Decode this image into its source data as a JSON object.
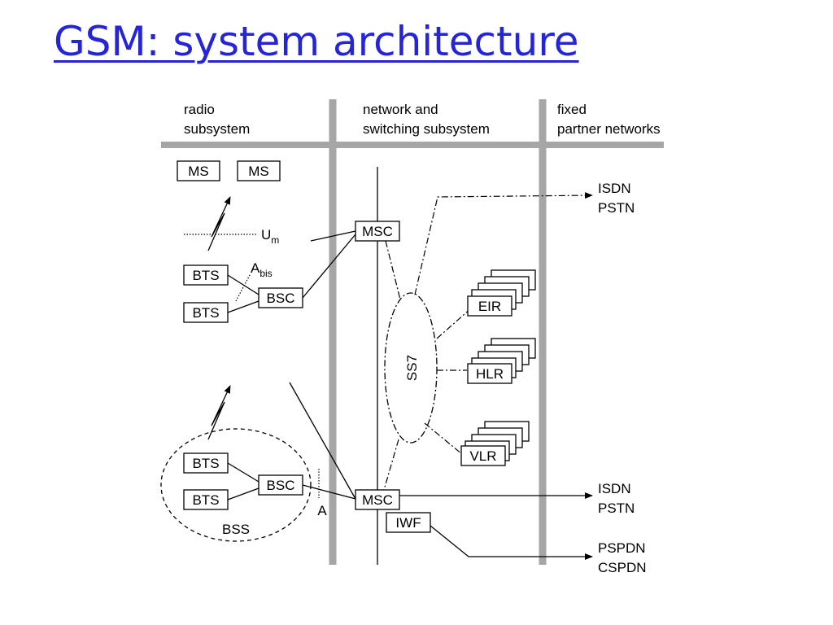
{
  "title": "GSM: system architecture",
  "sections": {
    "radio": [
      "radio",
      "subsystem"
    ],
    "network": [
      "network and",
      "switching subsystem"
    ],
    "fixed": [
      "fixed",
      "partner networks"
    ]
  },
  "nodes": {
    "ms1": "MS",
    "ms2": "MS",
    "msc1": "MSC",
    "msc2": "MSC",
    "bts1": "BTS",
    "bts2": "BTS",
    "bts3": "BTS",
    "bts4": "BTS",
    "bsc1": "BSC",
    "bsc2": "BSC",
    "eir": "EIR",
    "hlr": "HLR",
    "vlr": "VLR",
    "iwf": "IWF"
  },
  "labels": {
    "um_main": "U",
    "um_sub": "m",
    "abis_main": "A",
    "abis_sub": "bis",
    "a": "A",
    "bss": "BSS",
    "ss7": "SS7"
  },
  "destinations": {
    "isdn_top": [
      "ISDN",
      "PSTN"
    ],
    "isdn_bottom": [
      "ISDN",
      "PSTN"
    ],
    "pspdn": [
      "PSPDN",
      "CSPDN"
    ]
  }
}
